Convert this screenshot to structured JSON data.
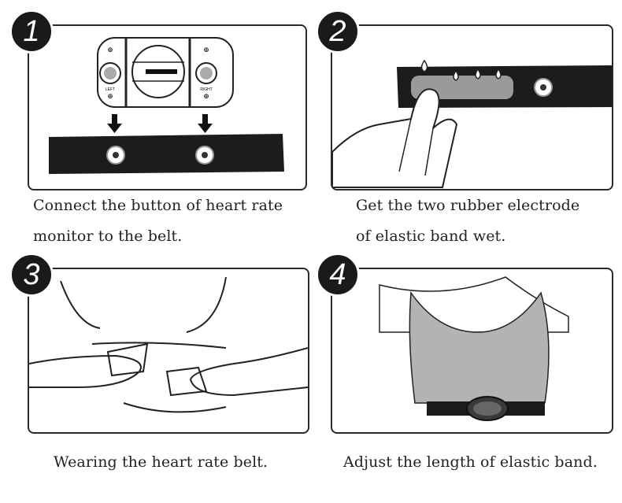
{
  "steps": [
    {
      "number": "1",
      "caption_lines": [
        "Connect the button of  heart rate",
        "monitor to the belt."
      ],
      "device_labels": {
        "left": "LEFT",
        "right": "RIGHT"
      }
    },
    {
      "number": "2",
      "caption_lines": [
        "Get the two rubber electrode",
        "of elastic band wet."
      ]
    },
    {
      "number": "3",
      "caption_lines": [
        "Wearing the heart rate belt."
      ]
    },
    {
      "number": "4",
      "caption_lines": [
        "Adjust the length of elastic band."
      ]
    }
  ],
  "colors": {
    "belt": "#1c1c1c",
    "border": "#2a2a2a",
    "badge": "#1a1a1a",
    "electrode": "#9a9a9a"
  }
}
